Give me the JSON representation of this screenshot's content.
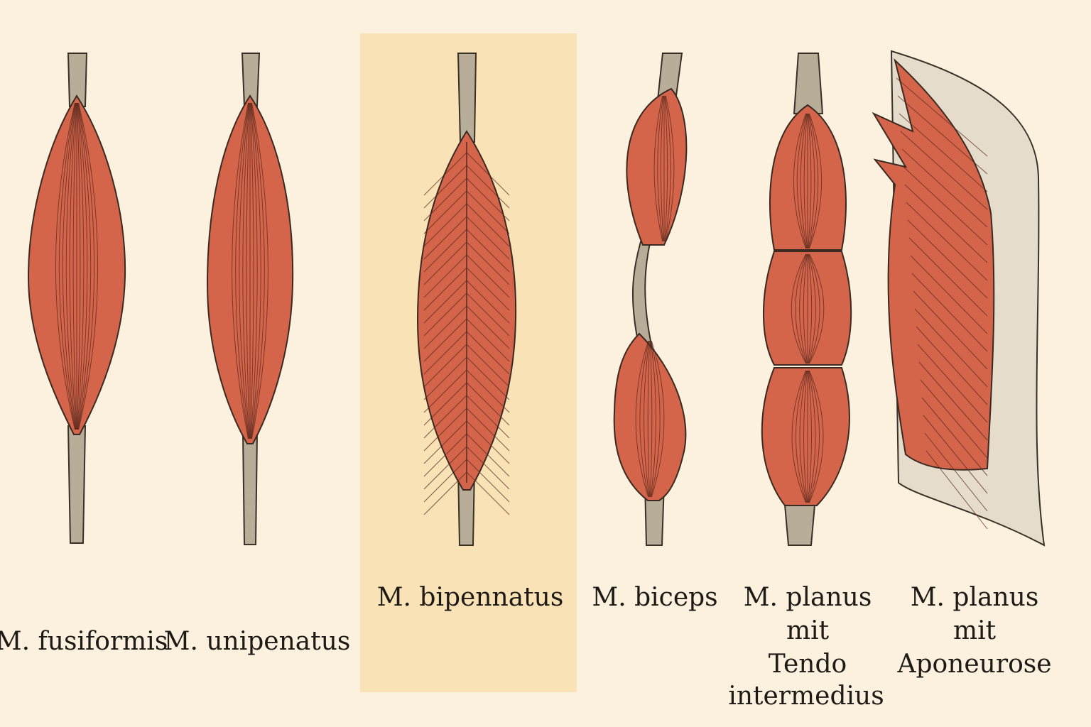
{
  "title": "Muscle shapes",
  "colors": {
    "background": "#fbf1de",
    "highlight": "#f8e2b6",
    "muscle": "#d4654b",
    "tendon": "#b8ad98"
  },
  "muscles": [
    {
      "label_lines": [
        "M. fusiformis"
      ]
    },
    {
      "label_lines": [
        "M. unipenatus"
      ]
    },
    {
      "label_lines": [
        "M. bipennatus"
      ],
      "highlighted": true
    },
    {
      "label_lines": [
        "M. biceps"
      ]
    },
    {
      "label_lines": [
        "M. planus",
        "mit",
        "Tendo",
        "intermedius"
      ]
    },
    {
      "label_lines": [
        "M. planus",
        "mit",
        "Aponeurose"
      ]
    }
  ]
}
